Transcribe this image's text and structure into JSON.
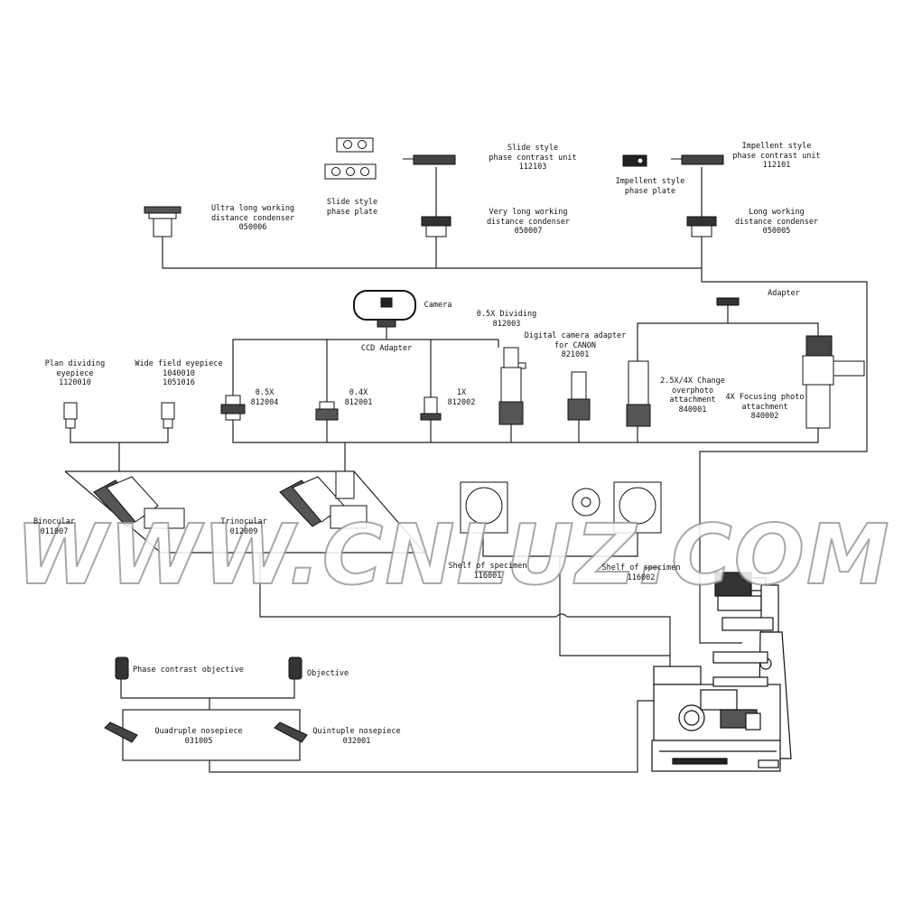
{
  "watermark": "WWW.CNLUZ.COM",
  "labels": {
    "slide_phase_unit": [
      "Slide style",
      "phase contrast unit",
      "112103"
    ],
    "impellent_phase_unit": [
      "Impellent style",
      "phase contrast unit",
      "112101"
    ],
    "slide_phase_plate": [
      "Slide style",
      "phase plate"
    ],
    "impellent_phase_plate": [
      "Impellent style",
      "phase plate"
    ],
    "ultra_condenser": [
      "Ultra long working",
      "distance condenser",
      "050006"
    ],
    "very_long_condenser": [
      "Very long working",
      "distance condenser",
      "050007"
    ],
    "long_condenser": [
      "Long working",
      "distance condenser",
      "050005"
    ],
    "camera": "Camera",
    "adapter": "Adapter",
    "ccd_adapter": "CCD Adapter",
    "dividing_05x": [
      "0.5X Dividing",
      "812003"
    ],
    "canon_adapter": [
      "Digital camera adapter",
      "for CANON",
      "821001"
    ],
    "change_photo": [
      "2.5X/4X Change",
      "overphoto",
      "attachment",
      "840001"
    ],
    "focusing_photo": [
      "4X Focusing photo",
      "attachment",
      "840002"
    ],
    "plan_eyepiece": [
      "Plan dividing",
      "eyepiece",
      "1120010"
    ],
    "wide_eyepiece": [
      "Wide field eyepiece",
      "1040010",
      "1051016"
    ],
    "adapter_05x": [
      "0.5X",
      "812004"
    ],
    "adapter_04x": [
      "0.4X",
      "812001"
    ],
    "adapter_1x": [
      "1X",
      "812002"
    ],
    "binocular": [
      "Binocular",
      "011007"
    ],
    "trinocular": [
      "Trinocular",
      "012009"
    ],
    "shelf1": [
      "Shelf of specimen",
      "116001"
    ],
    "shelf2": [
      "Shelf of specimen",
      "116002"
    ],
    "phase_objective": "Phase contrast objective",
    "objective": "Objective",
    "quad_nose": [
      "Quadruple nosepiece",
      "031005"
    ],
    "quint_nose": [
      "Quintuple nosepiece",
      "032001"
    ]
  }
}
